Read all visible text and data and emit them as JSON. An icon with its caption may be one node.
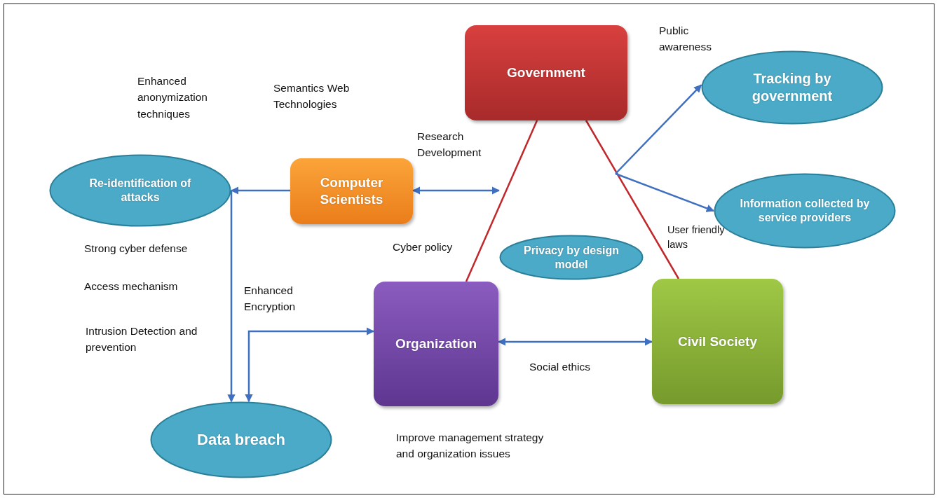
{
  "diagram": {
    "nodes": [
      {
        "text": [
          "Government"
        ]
      },
      {
        "text": [
          "Tracking by government"
        ]
      },
      {
        "text": [
          "Computer Scientists"
        ]
      },
      {
        "text": [
          "Re-identification of attacks"
        ]
      },
      {
        "text": [
          "Information collected by service providers"
        ]
      },
      {
        "text": [
          "Privacy by design model"
        ]
      },
      {
        "text": [
          "Organization"
        ]
      },
      {
        "text": [
          "Civil Society"
        ]
      },
      {
        "text": [
          "Data breach"
        ]
      }
    ],
    "edges": [
      {
        "from": 2,
        "to": 3,
        "arrow": "to"
      },
      {
        "from": 2,
        "to": null,
        "arrow": "both"
      },
      {
        "from": 0,
        "to": 6,
        "arrow": "none",
        "color": "#c0282b"
      },
      {
        "from": 0,
        "to": 7,
        "arrow": "none",
        "color": "#c0282b"
      },
      {
        "from": null,
        "to": 1,
        "arrow": "to"
      },
      {
        "from": null,
        "to": 4,
        "arrow": "to"
      },
      {
        "from": 3,
        "to": 8,
        "arrow": "to"
      },
      {
        "from": 6,
        "to": 8,
        "arrow": "both"
      },
      {
        "from": 6,
        "to": 7,
        "arrow": "both"
      }
    ],
    "labels": [
      "Public awareness",
      "Enhanced anonymization techniques",
      "Semantics Web Technologies",
      "Research Development",
      "User friendly laws",
      "Cyber policy",
      "Strong cyber defense",
      "Access mechanism",
      "Enhanced Encryption",
      "Intrusion Detection and prevention",
      "Social ethics",
      "Improve management strategy and organization issues"
    ]
  }
}
